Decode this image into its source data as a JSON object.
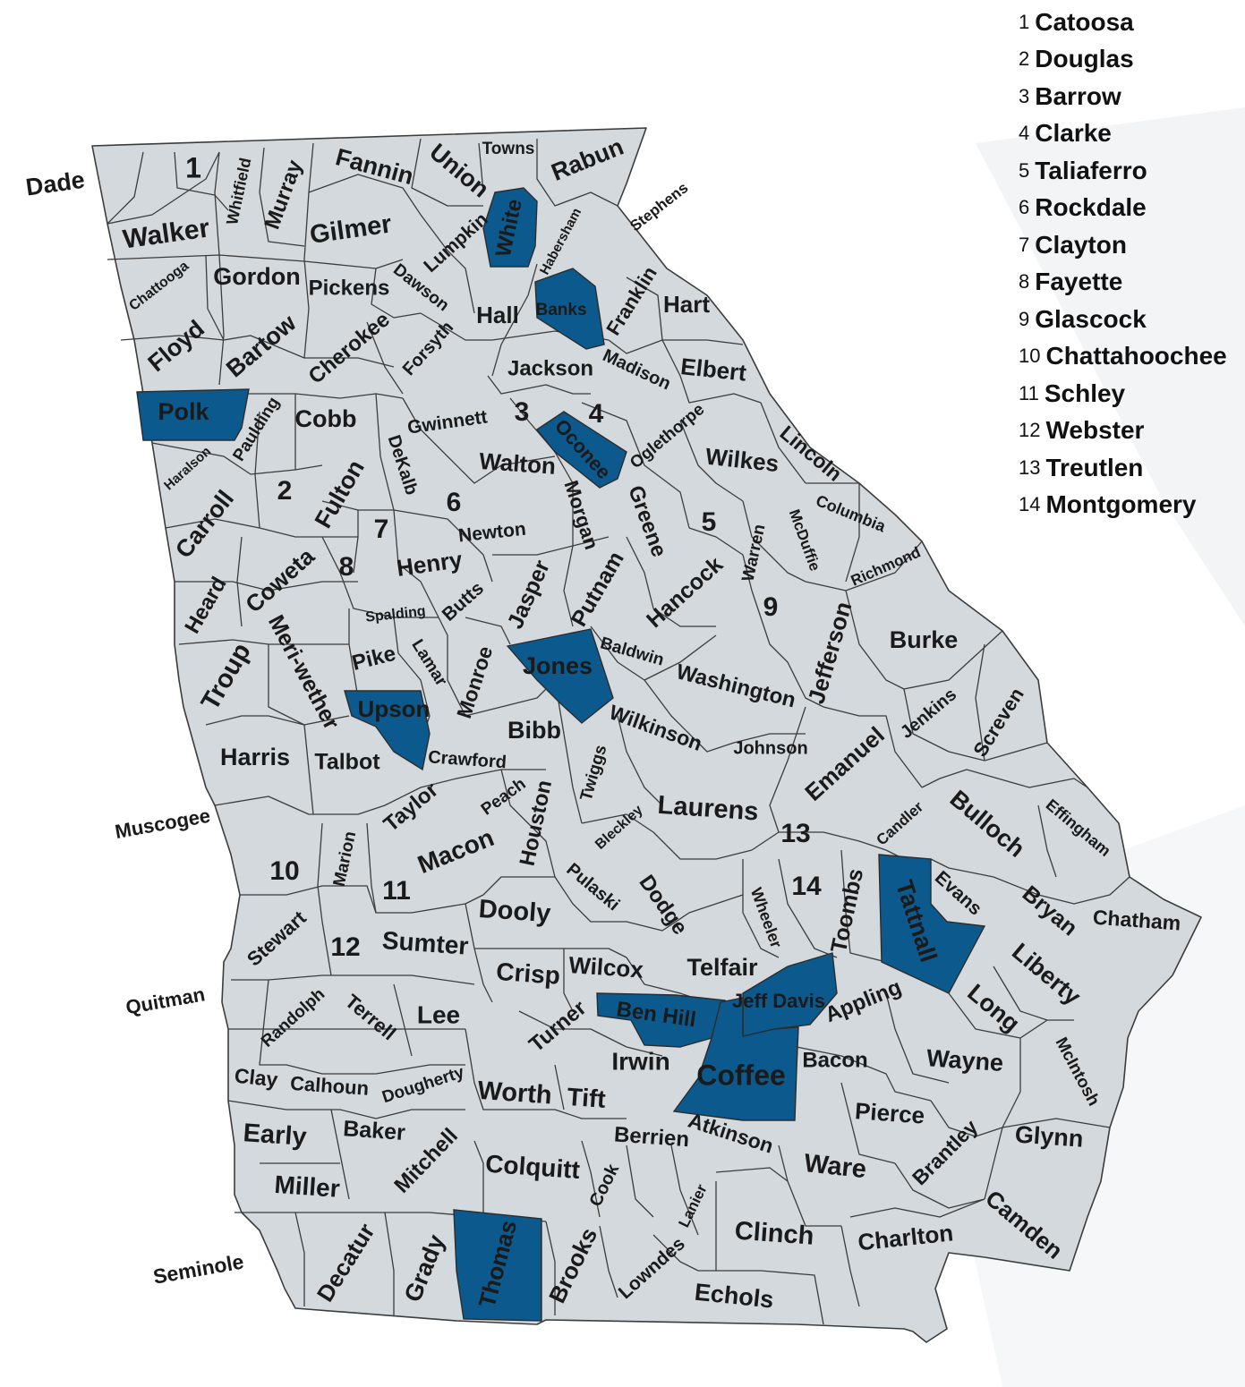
{
  "colors": {
    "county_fill": "#d3d9dd",
    "highlight_fill": "#0c5a8d",
    "border": "#3c3c3c",
    "text": "#1a1a1a"
  },
  "outside_labels": {
    "dade": "Dade",
    "stephens": "Stephens",
    "muscogee": "Muscogee",
    "quitman": "Quitman",
    "seminole": "Seminole"
  },
  "highlighted_counties": {
    "white": "White",
    "banks": "Banks",
    "polk": "Polk",
    "oconee": "Oconee",
    "jones": "Jones",
    "upson": "Upson",
    "tattnall": "Tattnall",
    "jeff_davis": "Jeff Davis",
    "ben_hill": "Ben Hill",
    "coffee": "Coffee",
    "thomas": "Thomas"
  },
  "counties": {
    "walker": "Walker",
    "whitfield": "Whitfield",
    "murray": "Murray",
    "fannin": "Fannin",
    "union": "Union",
    "towns": "Towns",
    "rabun": "Rabun",
    "gilmer": "Gilmer",
    "lumpkin": "Lumpkin",
    "habersham": "Habersham",
    "chattooga": "Chattooga",
    "gordon": "Gordon",
    "pickens": "Pickens",
    "dawson": "Dawson",
    "hall": "Hall",
    "franklin": "Franklin",
    "hart": "Hart",
    "floyd": "Floyd",
    "bartow": "Bartow",
    "cherokee": "Cherokee",
    "forsyth": "Forsyth",
    "jackson": "Jackson",
    "madison": "Madison",
    "elbert": "Elbert",
    "cobb": "Cobb",
    "paulding": "Paulding",
    "haralson": "Haralson",
    "gwinnett": "Gwinnett",
    "dekalb": "DeKalb",
    "walton": "Walton",
    "oglethorpe": "Oglethorpe",
    "wilkes": "Wilkes",
    "lincoln": "Lincoln",
    "carroll": "Carroll",
    "fulton": "Fulton",
    "newton": "Newton",
    "morgan": "Morgan",
    "greene": "Greene",
    "columbia": "Columbia",
    "mcduffie": "McDuffie",
    "warren": "Warren",
    "henry": "Henry",
    "coweta": "Coweta",
    "heard": "Heard",
    "spalding": "Spalding",
    "butts": "Butts",
    "jasper": "Jasper",
    "putnam": "Putnam",
    "hancock": "Hancock",
    "richmond": "Richmond",
    "troup": "Troup",
    "meriwether": "Meri-wether",
    "pike": "Pike",
    "lamar": "Lamar",
    "monroe": "Monroe",
    "baldwin": "Baldwin",
    "washington": "Washington",
    "jefferson": "Jefferson",
    "burke": "Burke",
    "harris": "Harris",
    "talbot": "Talbot",
    "crawford": "Crawford",
    "bibb": "Bibb",
    "wilkinson": "Wilkinson",
    "johnson": "Johnson",
    "emanuel": "Emanuel",
    "jenkins": "Jenkins",
    "screven": "Screven",
    "twiggs": "Twiggs",
    "taylor": "Taylor",
    "peach": "Peach",
    "houston": "Houston",
    "bleckley": "Bleckley",
    "laurens": "Laurens",
    "candler": "Candler",
    "bulloch": "Bulloch",
    "effingham": "Effingham",
    "marion": "Marion",
    "macon": "Macon",
    "pulaski": "Pulaski",
    "dodge": "Dodge",
    "wheeler": "Wheeler",
    "toombs": "Toombs",
    "evans": "Evans",
    "bryan": "Bryan",
    "chatham": "Chatham",
    "stewart": "Stewart",
    "dooly": "Dooly",
    "sumter": "Sumter",
    "crisp": "Crisp",
    "wilcox": "Wilcox",
    "telfair": "Telfair",
    "liberty": "Liberty",
    "randolph": "Randolph",
    "terrell": "Terrell",
    "lee": "Lee",
    "turner": "Turner",
    "appling": "Appling",
    "long": "Long",
    "irwin": "Irwin",
    "bacon": "Bacon",
    "wayne": "Wayne",
    "mcintosh": "McIntosh",
    "clay": "Clay",
    "calhoun": "Calhoun",
    "dougherty": "Dougherty",
    "worth": "Worth",
    "tift": "Tift",
    "pierce": "Pierce",
    "early": "Early",
    "baker": "Baker",
    "mitchell": "Mitchell",
    "colquitt": "Colquitt",
    "berrien": "Berrien",
    "atkinson": "Atkinson",
    "ware": "Ware",
    "brantley": "Brantley",
    "glynn": "Glynn",
    "miller": "Miller",
    "cook": "Cook",
    "lanier": "Lanier",
    "clinch": "Clinch",
    "charlton": "Charlton",
    "camden": "Camden",
    "decatur": "Decatur",
    "grady": "Grady",
    "brooks": "Brooks",
    "lowndes": "Lowndes",
    "echols": "Echols"
  },
  "numbers": {
    "n1": "1",
    "n2": "2",
    "n3": "3",
    "n4": "4",
    "n5": "5",
    "n6": "6",
    "n7": "7",
    "n8": "8",
    "n9": "9",
    "n10": "10",
    "n11": "11",
    "n12": "12",
    "n13": "13",
    "n14": "14"
  },
  "legend": [
    {
      "num": "1",
      "name": "Catoosa"
    },
    {
      "num": "2",
      "name": "Douglas"
    },
    {
      "num": "3",
      "name": "Barrow"
    },
    {
      "num": "4",
      "name": "Clarke"
    },
    {
      "num": "5",
      "name": "Taliaferro"
    },
    {
      "num": "6",
      "name": "Rockdale"
    },
    {
      "num": "7",
      "name": "Clayton"
    },
    {
      "num": "8",
      "name": "Fayette"
    },
    {
      "num": "9",
      "name": "Glascock"
    },
    {
      "num": "10",
      "name": "Chattahoochee"
    },
    {
      "num": "11",
      "name": "Schley"
    },
    {
      "num": "12",
      "name": "Webster"
    },
    {
      "num": "13",
      "name": "Treutlen"
    },
    {
      "num": "14",
      "name": "Montgomery"
    }
  ]
}
